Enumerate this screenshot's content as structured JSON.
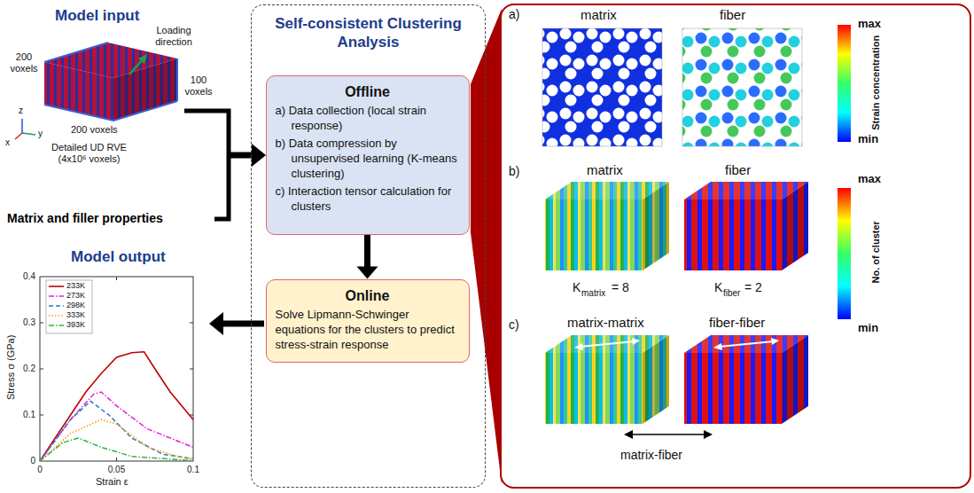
{
  "diagram": {
    "nodes": [
      {
        "text": [
          "Self-consistent Clustering Analysis"
        ]
      },
      {
        "text": [
          "Offline",
          "a) Data collection (local strain response)",
          "b) Data compression by unsupervised learning (K-means clustering)",
          "c) Interaction tensor calculation for clusters"
        ],
        "in": 0
      },
      {
        "text": [
          "Online",
          "Solve Lipmann-Schwinger equations for the clusters to predict stress-strain response"
        ],
        "in": 0
      }
    ],
    "edges": [
      {
        "from": 1,
        "to": 2,
        "arrow": "to"
      }
    ],
    "labels": [
      "Model input",
      "200 voxels",
      "Loading direction",
      "100 voxels",
      "z",
      "y",
      "x",
      "200 voxels",
      "Detailed UD RVE (4x10⁶ voxels)",
      "Matrix and filler properties",
      "Model output",
      "0.4",
      "0.3",
      "0.2",
      "0.1",
      "0",
      "0",
      "0.05",
      "0.1",
      "Strain ε",
      "Stress σ (GPa)",
      "a)",
      "matrix",
      "fiber",
      "max",
      "Strain concentration",
      "min",
      "b)",
      "matrix",
      "fiber",
      "K",
      "matrix",
      "= 8",
      "K",
      "fiber",
      "= 2",
      "max",
      "No. of cluster",
      "min",
      "c)",
      "matrix-matrix",
      "fiber-fiber",
      "matrix-fiber"
    ],
    "legend": [
      {
        "text": "233K"
      },
      {
        "text": "273K"
      },
      {
        "text": "298K"
      },
      {
        "text": "333K"
      },
      {
        "text": "393K"
      }
    ]
  }
}
